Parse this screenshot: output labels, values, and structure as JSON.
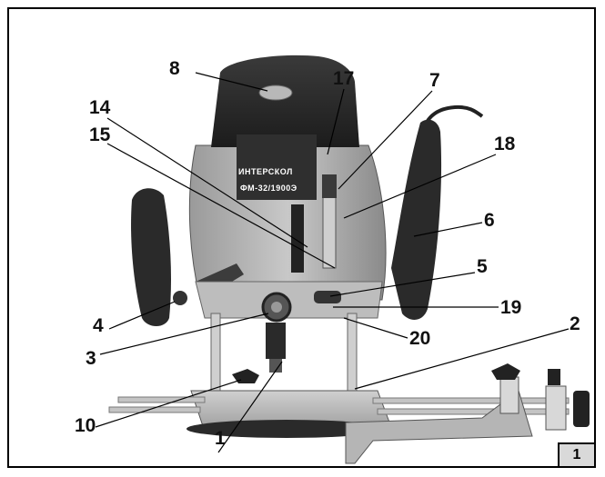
{
  "figure": {
    "number": "1",
    "brand_text": "ИНТЕРСКОЛ",
    "model_text": "ФМ-32/1900Э"
  },
  "callouts": [
    {
      "label": "8"
    },
    {
      "label": "17"
    },
    {
      "label": "7"
    },
    {
      "label": "14"
    },
    {
      "label": "15"
    },
    {
      "label": "18"
    },
    {
      "label": "6"
    },
    {
      "label": "5"
    },
    {
      "label": "19"
    },
    {
      "label": "4"
    },
    {
      "label": "3"
    },
    {
      "label": "20"
    },
    {
      "label": "2"
    },
    {
      "label": "10"
    },
    {
      "label": "1"
    }
  ]
}
